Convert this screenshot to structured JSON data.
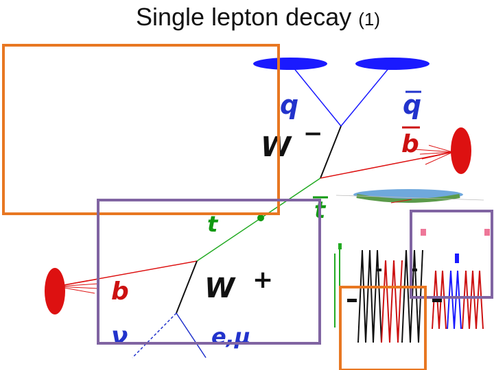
{
  "title": {
    "main": "Single lepton decay",
    "suffix": "(1)"
  },
  "diagram": {
    "particles": {
      "quark": "q",
      "antiquark": "q",
      "w_minus": "W",
      "w_minus_charge": "−",
      "antibottom": "b",
      "antitop": "t",
      "top": "t",
      "bottom": "b",
      "w_plus": "W",
      "w_plus_charge": "+",
      "neutrino": "ν",
      "lepton": "e,μ"
    }
  },
  "colors": {
    "jet_blue": "#1a1aff",
    "jet_red": "#dd1111",
    "quark_label": "#2233cc",
    "antibottom_label": "#cc1111",
    "bottom_label": "#cc1111",
    "top_line": "#22aa22",
    "top_label": "#119911",
    "lepton_label": "#2233cc",
    "highlight_orange": "#e87722",
    "highlight_purple": "#8064a2"
  }
}
